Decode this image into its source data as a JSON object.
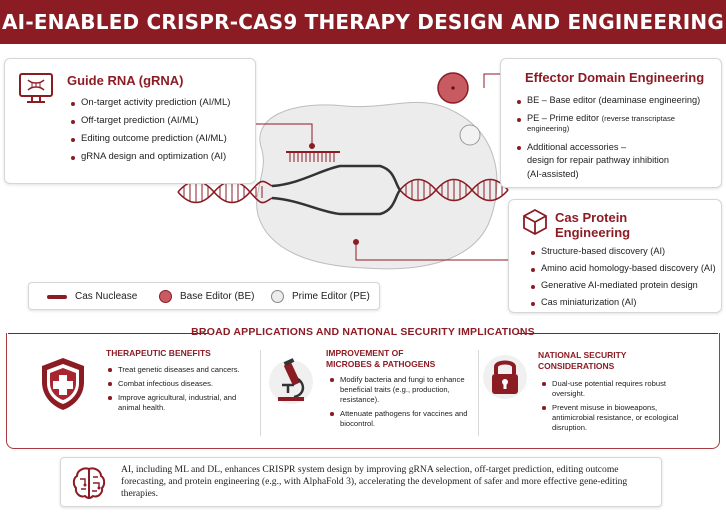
{
  "title": "AI-ENABLED CRISPR-CAS9 THERAPY DESIGN AND ENGINEERING",
  "colors": {
    "accent": "#8c1c24",
    "accent_light": "#c85a62",
    "gray_fill": "#ececec",
    "dark": "#333333"
  },
  "grna": {
    "title": "Guide RNA (gRNA)",
    "icon": "monitor-dna-icon",
    "items": [
      "On-target activity prediction (AI/ML)",
      "Off-target prediction (AI/ML)",
      "Editing outcome prediction (AI/ML)",
      "gRNA design and optimization (AI)"
    ]
  },
  "effector": {
    "title": "Effector Domain Engineering",
    "items": {
      "be": "BE – Base editor (deaminase engineering)",
      "pe_main": "PE – Prime editor ",
      "pe_detail": "(reverse transcriptase engineering)",
      "acc_1": "Additional accessories –",
      "acc_2": "design for repair pathway inhibition",
      "acc_3": "(AI-assisted)"
    }
  },
  "cas": {
    "title_1": "Cas Protein",
    "title_2": "Engineering",
    "icon": "protein-cube-icon",
    "items": [
      "Structure-based discovery (AI)",
      "Amino acid homology-based discovery (AI)",
      "Generative AI-mediated protein design",
      "Cas miniaturization (AI)"
    ]
  },
  "legend": {
    "cas": "Cas Nuclease",
    "be": "Base Editor (BE)",
    "pe": "Prime Editor (PE)"
  },
  "applications": {
    "title": "BROAD APPLICATIONS AND NATIONAL SECURITY IMPLICATIONS",
    "therapeutic": {
      "title": "THERAPEUTIC BENEFITS",
      "icon": "shield-cross-icon",
      "items": [
        "Treat genetic diseases and cancers.",
        "Combat infectious diseases.",
        "Improve agricultural, industrial, and animal health."
      ]
    },
    "microbes": {
      "title_1": "IMPROVEMENT OF",
      "title_2": "MICROBES & PATHOGENS",
      "icon": "microscope-icon",
      "items": [
        "Modify bacteria and fungi to enhance beneficial traits (e.g., production, resistance).",
        "Attenuate pathogens for vaccines and biocontrol."
      ]
    },
    "security": {
      "title_1": "NATIONAL SECURITY",
      "title_2": "CONSIDERATIONS",
      "icon": "padlock-icon",
      "items": [
        "Dual-use potential requires robust oversight.",
        "Prevent misuse in bioweapons, antimicrobial resistance, or ecological disruption."
      ]
    }
  },
  "summary": {
    "icon": "brain-circuit-icon",
    "text": "AI, including ML and DL, enhances CRISPR system design by improving gRNA selection, off-target prediction, editing outcome forecasting, and protein engineering (e.g., with AlphaFold 3), accelerating the development of safer and more effective gene-editing therapies."
  }
}
